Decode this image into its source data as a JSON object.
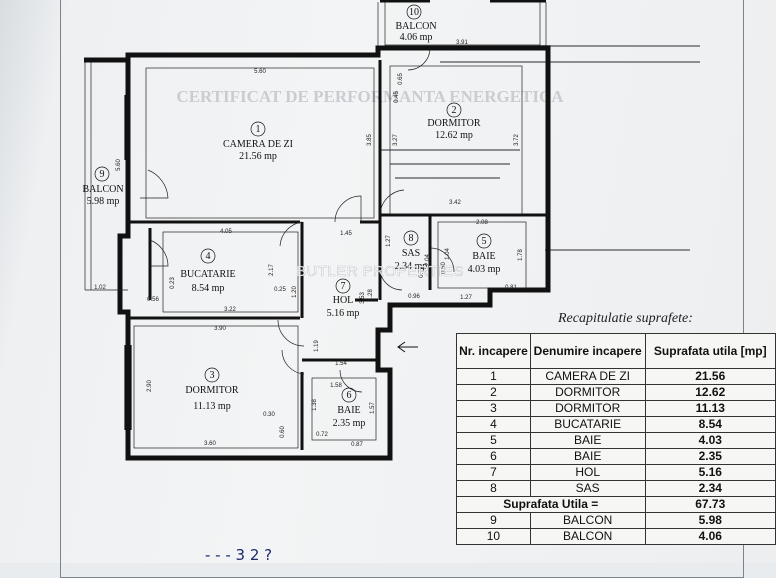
{
  "watermark": "BUTLER PROPERTIES",
  "faint_heading": "CERTIFICAT DE PERFORMANTA ENERGETICA",
  "bottom_scribble": "- - - 3 2 ?",
  "rooms": [
    {
      "num": "1",
      "name": "CAMERA DE ZI",
      "area": "21.56 mp"
    },
    {
      "num": "2",
      "name": "DORMITOR",
      "area": "12.62 mp"
    },
    {
      "num": "3",
      "name": "DORMITOR",
      "area": "11.13 mp"
    },
    {
      "num": "4",
      "name": "BUCATARIE",
      "area": "8.54 mp"
    },
    {
      "num": "5",
      "name": "BAIE",
      "area": "4.03 mp"
    },
    {
      "num": "6",
      "name": "BAIE",
      "area": "2.35 mp"
    },
    {
      "num": "7",
      "name": "HOL",
      "area": "5.16 mp"
    },
    {
      "num": "8",
      "name": "SAS",
      "area": "2.34 mp"
    },
    {
      "num": "9",
      "name": "BALCON",
      "area": "5.98 mp"
    },
    {
      "num": "10",
      "name": "BALCON",
      "area": "4.06 mp"
    }
  ],
  "dimensions": [
    "5.60",
    "3.85",
    "3.27",
    "3.72",
    "4.05",
    "3.91",
    "3.42",
    "2.08",
    "1.78",
    "1.45",
    "2.17",
    "1.27",
    "0.25",
    "0.23",
    "0.56",
    "3.22",
    "1.02",
    "5.60",
    "0.96",
    "1.27",
    "0.81",
    "0.65",
    "0.45",
    "0.50",
    "1.28",
    "3.53",
    "2.04",
    "1.04",
    "0.72",
    "3.90",
    "2.90",
    "3.60",
    "0.30",
    "0.60",
    "1.19",
    "1.54",
    "1.58",
    "1.38",
    "0.72",
    "0.87",
    "1.57",
    "1.20"
  ],
  "recap": {
    "title": "Recapitulatie suprafete:",
    "headers": [
      "Nr. incapere",
      "Denumire incapere",
      "Suprafata utila [mp]"
    ],
    "rows": [
      {
        "nr": "1",
        "name": "CAMERA DE ZI",
        "area": "21.56"
      },
      {
        "nr": "2",
        "name": "DORMITOR",
        "area": "12.62"
      },
      {
        "nr": "3",
        "name": "DORMITOR",
        "area": "11.13"
      },
      {
        "nr": "4",
        "name": "BUCATARIE",
        "area": "8.54"
      },
      {
        "nr": "5",
        "name": "BAIE",
        "area": "4.03"
      },
      {
        "nr": "6",
        "name": "BAIE",
        "area": "2.35"
      },
      {
        "nr": "7",
        "name": "HOL",
        "area": "5.16"
      },
      {
        "nr": "8",
        "name": "SAS",
        "area": "2.34"
      }
    ],
    "total_label": "Suprafata Utila =",
    "total_value": "67.73",
    "balcony_rows": [
      {
        "nr": "9",
        "name": "BALCON",
        "area": "5.98"
      },
      {
        "nr": "10",
        "name": "BALCON",
        "area": "4.06"
      }
    ]
  }
}
